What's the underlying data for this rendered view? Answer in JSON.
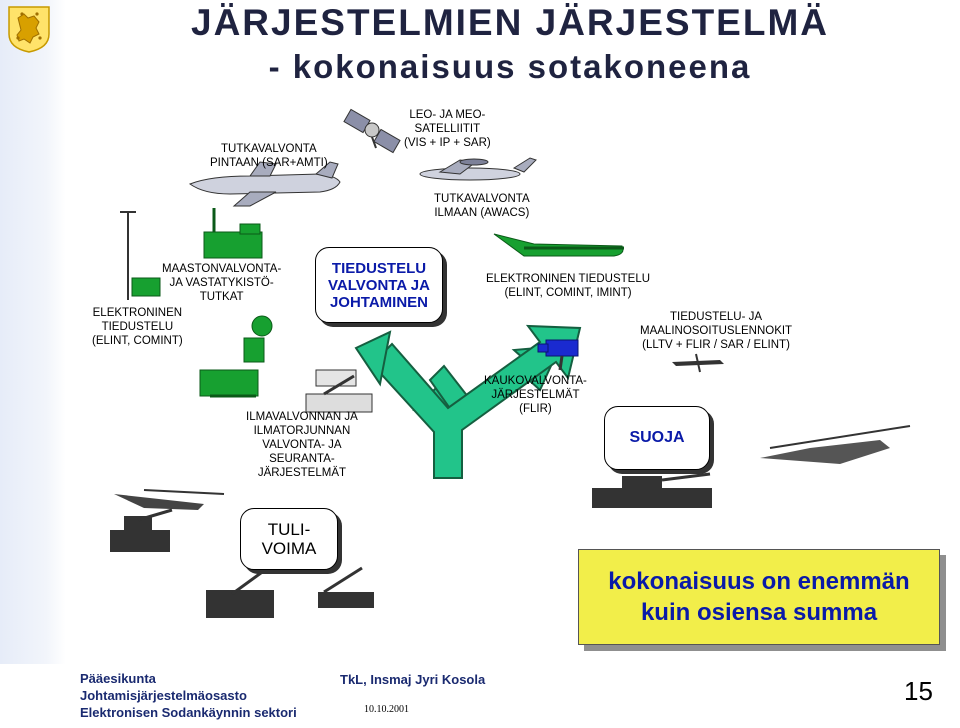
{
  "title": {
    "line1": "JÄRJESTELMIEN JÄRJESTELMÄ",
    "line2": "- kokonaisuus sotakoneena"
  },
  "labels": {
    "leo_meo": [
      "LEO- JA MEO-",
      "SATELLIITIT",
      "(VIS + IP + SAR)"
    ],
    "tutka_pintaan": [
      "TUTKAVALVONTA",
      "PINTAAN (SAR+AMTI)"
    ],
    "tutka_ilmaan": [
      "TUTKAVALVONTA",
      "ILMAAN (AWACS)"
    ],
    "maastonvalvonta": [
      "MAASTONVALVONTA-",
      "JA VASTATYKISTÖ-",
      "TUTKAT"
    ],
    "elektroninen_left": [
      "ELEKTRONINEN",
      "TIEDUSTELU",
      "(ELINT, COMINT)"
    ],
    "elektroninen_right": [
      "ELEKTRONINEN TIEDUSTELU",
      "(ELINT, COMINT, IMINT)"
    ],
    "lennokit": [
      "TIEDUSTELU- JA",
      "MAALINOSOITUSLENNOKIT",
      "(LLTV + FLIR / SAR / ELINT)"
    ],
    "kaukovalvonta": [
      "KAUKOVALVONTA-",
      "JÄRJESTELMÄT",
      "(FLIR)"
    ],
    "ilmavalvonta": [
      "ILMAVALVONNAN JA",
      "ILMATORJUNNAN",
      "VALVONTA- JA",
      "SEURANTA-",
      "JÄRJESTELMÄT"
    ]
  },
  "center": [
    "TIEDUSTELU",
    "VALVONTA JA",
    "JOHTAMINEN"
  ],
  "tuli": [
    "TULI-",
    "VOIMA"
  ],
  "suoja": "SUOJA",
  "summa": [
    "kokonaisuus on enemmän",
    "kuin osiensa summa"
  ],
  "footer": {
    "lines": [
      "Pääesikunta",
      "Johtamisjärjestelmäosasto",
      "Elektronisen Sodankäynnin sektori"
    ],
    "author": "TkL, Insmaj Jyri Kosola",
    "date": "10.10.2001",
    "page": "15"
  },
  "colors": {
    "title": "#1f2340",
    "center_text": "#0a1aa8",
    "arrow": "#22c48a",
    "vehicle_green": "#17a030",
    "summa_bg": "#f2ee4a",
    "footer_text": "#1a2a70"
  },
  "icons": [
    "finnish-lion-logo",
    "satellite-icon",
    "jet-icon",
    "awacs-plane-icon",
    "radar-truck-icon",
    "ew-plane-icon",
    "uav-icon",
    "helicopter-icon",
    "tank-icon",
    "air-defense-icon",
    "camera-icon"
  ]
}
